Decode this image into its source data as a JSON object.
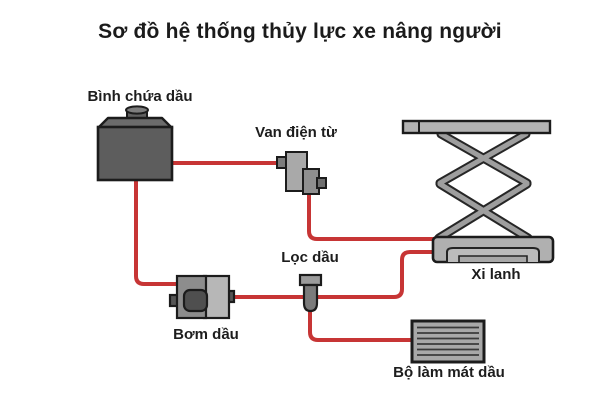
{
  "title": "Sơ đồ hệ thống thủy lực xe nâng người",
  "diagram": {
    "type": "hydraulic-system-schematic",
    "components": [
      {
        "id": "tank",
        "label": "Bình chứa dầu"
      },
      {
        "id": "valve",
        "label": "Van điện từ"
      },
      {
        "id": "filter",
        "label": "Lọc dầu"
      },
      {
        "id": "pump",
        "label": "Bơm dầu"
      },
      {
        "id": "cylinder",
        "label": "Xi lanh"
      },
      {
        "id": "cooler",
        "label": "Bộ làm mát dầu"
      }
    ],
    "connections": [
      {
        "from": "Bình chứa dầu",
        "to": "Van điện từ"
      },
      {
        "from": "Van điện từ",
        "to": "Xi lanh"
      },
      {
        "from": "Bình chứa dầu",
        "to": "Bơm dầu"
      },
      {
        "from": "Bơm dầu",
        "to": "Lọc dầu"
      },
      {
        "from": "Lọc dầu",
        "to": "Xi lanh"
      },
      {
        "from": "Lọc dầu",
        "to": "Bộ làm mát dầu"
      }
    ]
  },
  "colors": {
    "pipe": "#c73535",
    "outline": "#1c1c1c",
    "dark_component": "#5d5d5d",
    "light_component": "#b3b3b3",
    "medium_component": "#a0a0a0",
    "text": "#1b1b1b",
    "background": "#ffffff"
  }
}
